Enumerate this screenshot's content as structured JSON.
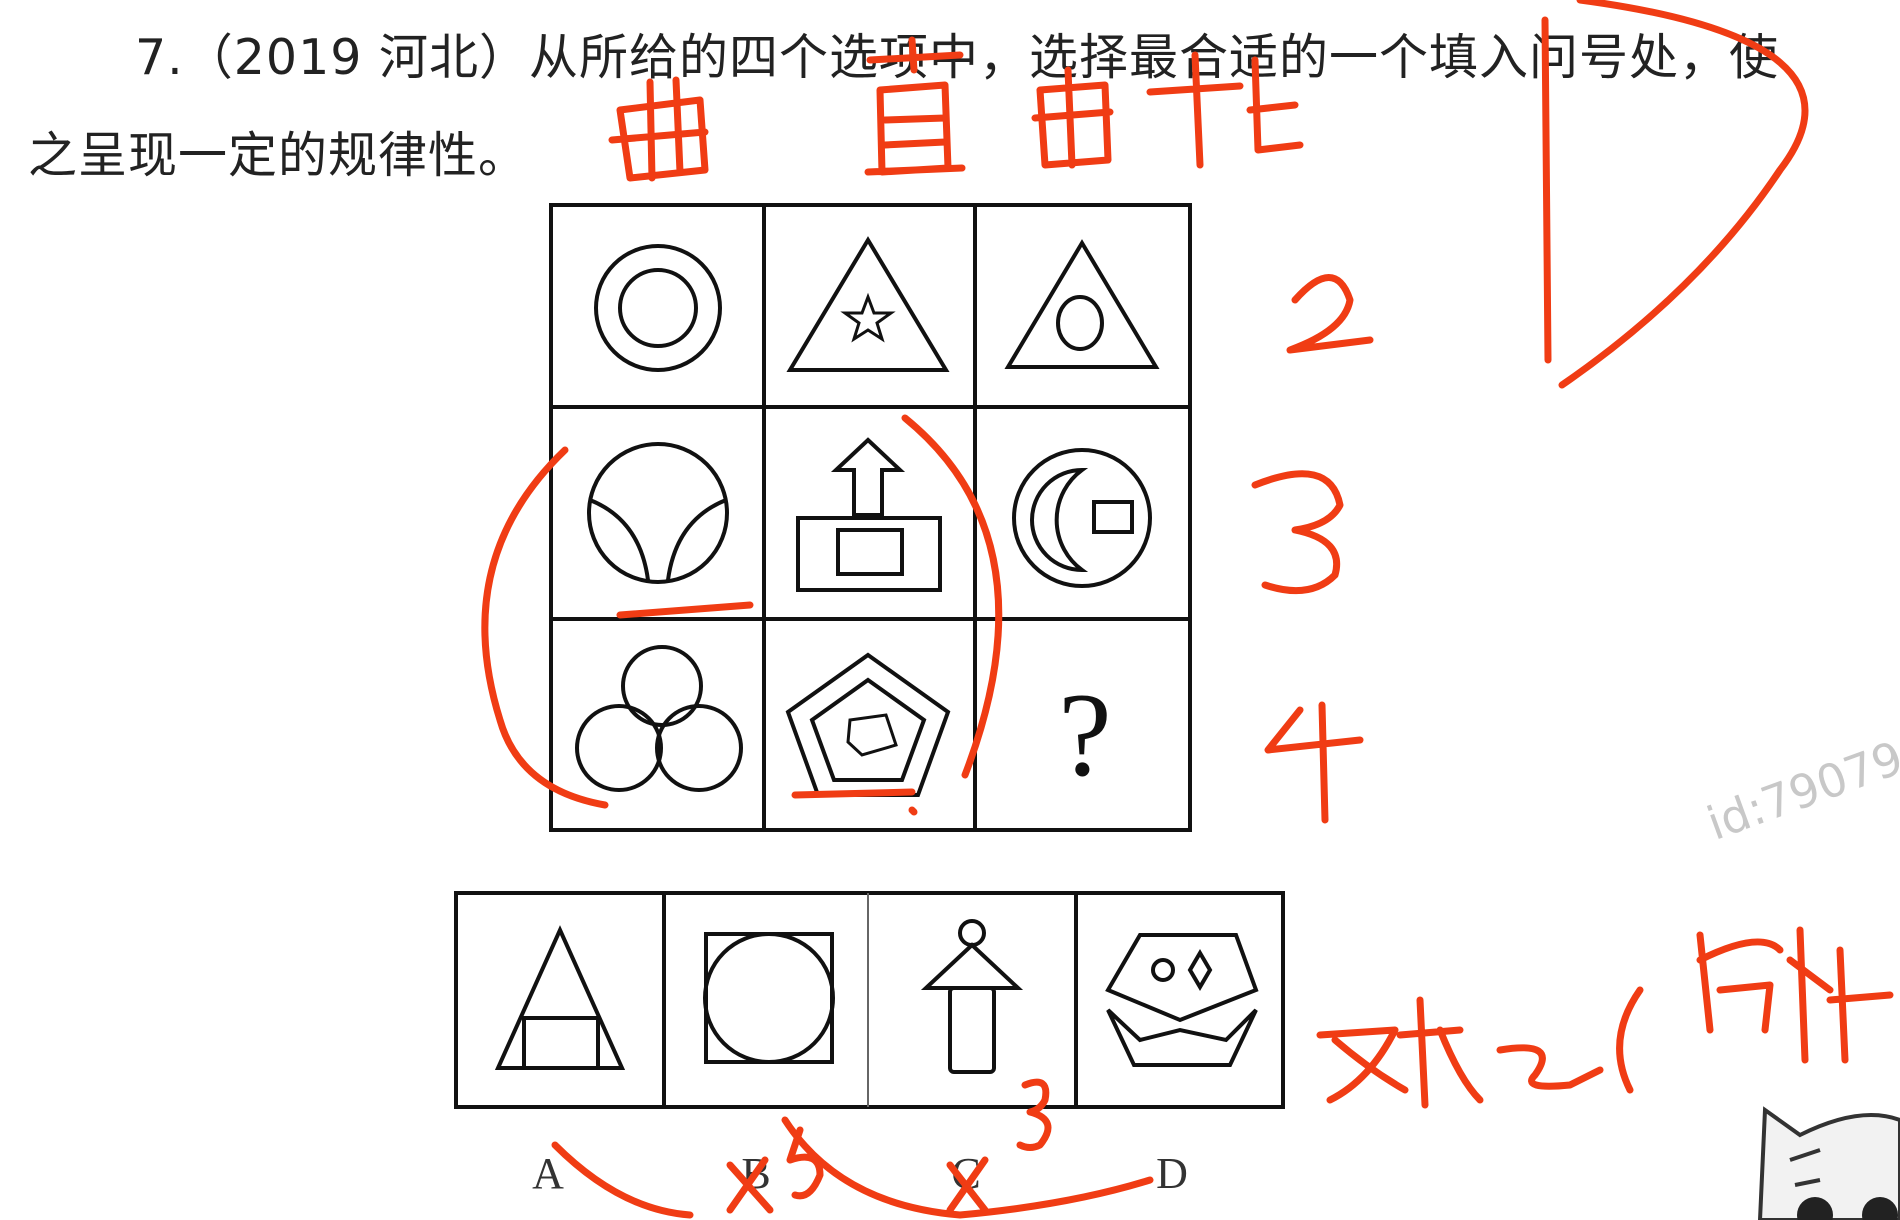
{
  "question": {
    "line1": "7.（2019 河北）从所给的四个选项中，选择最合适的一个填入问号处，使",
    "line2": "之呈现一定的规律性。"
  },
  "puzzle": {
    "question_mark": "?",
    "option_labels": [
      "A",
      "B",
      "C",
      "D"
    ]
  },
  "watermark": "id:79079",
  "annotations": {
    "color": "#f03c14",
    "top_note": "曲 直 曲+直",
    "row_counts": [
      "2",
      "3",
      "4"
    ],
    "answer_mark": "D",
    "side_note": "对比(局性",
    "option_marks": [
      "×5",
      "×3"
    ]
  }
}
